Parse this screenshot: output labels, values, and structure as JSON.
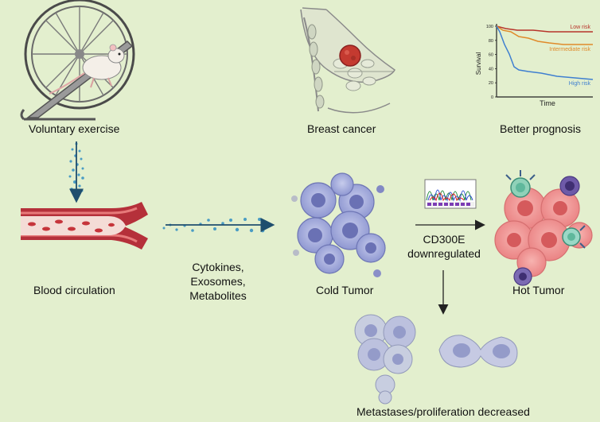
{
  "panels": {
    "exercise": "Voluntary exercise",
    "breast": "Breast cancer",
    "prognosis": "Better prognosis",
    "blood": "Blood circulation",
    "factors": [
      "Cytokines,",
      "Exosomes,",
      "Metabolites"
    ],
    "cold": "Cold Tumor",
    "gene": [
      "CD300E",
      "downregulated"
    ],
    "hot": "Hot Tumor",
    "metastasis": "Metastases/proliferation decreased"
  },
  "chart_data": {
    "type": "line",
    "xlabel": "Time",
    "ylabel": "Survival",
    "y_ticks": [
      "100",
      "80",
      "60",
      "40",
      "20",
      "0"
    ],
    "series": [
      {
        "name": "Low risk",
        "color": "#b8342a"
      },
      {
        "name": "Intermediate risk",
        "color": "#e08a2a"
      },
      {
        "name": "High risk",
        "color": "#3f7fd0"
      }
    ]
  },
  "colors": {
    "background": "#e3efce",
    "arrow": "#1f4e6e",
    "vessel": "#b5303a",
    "cold_cell": "#8c95d2",
    "hot_cell": "#ef8c8c"
  }
}
